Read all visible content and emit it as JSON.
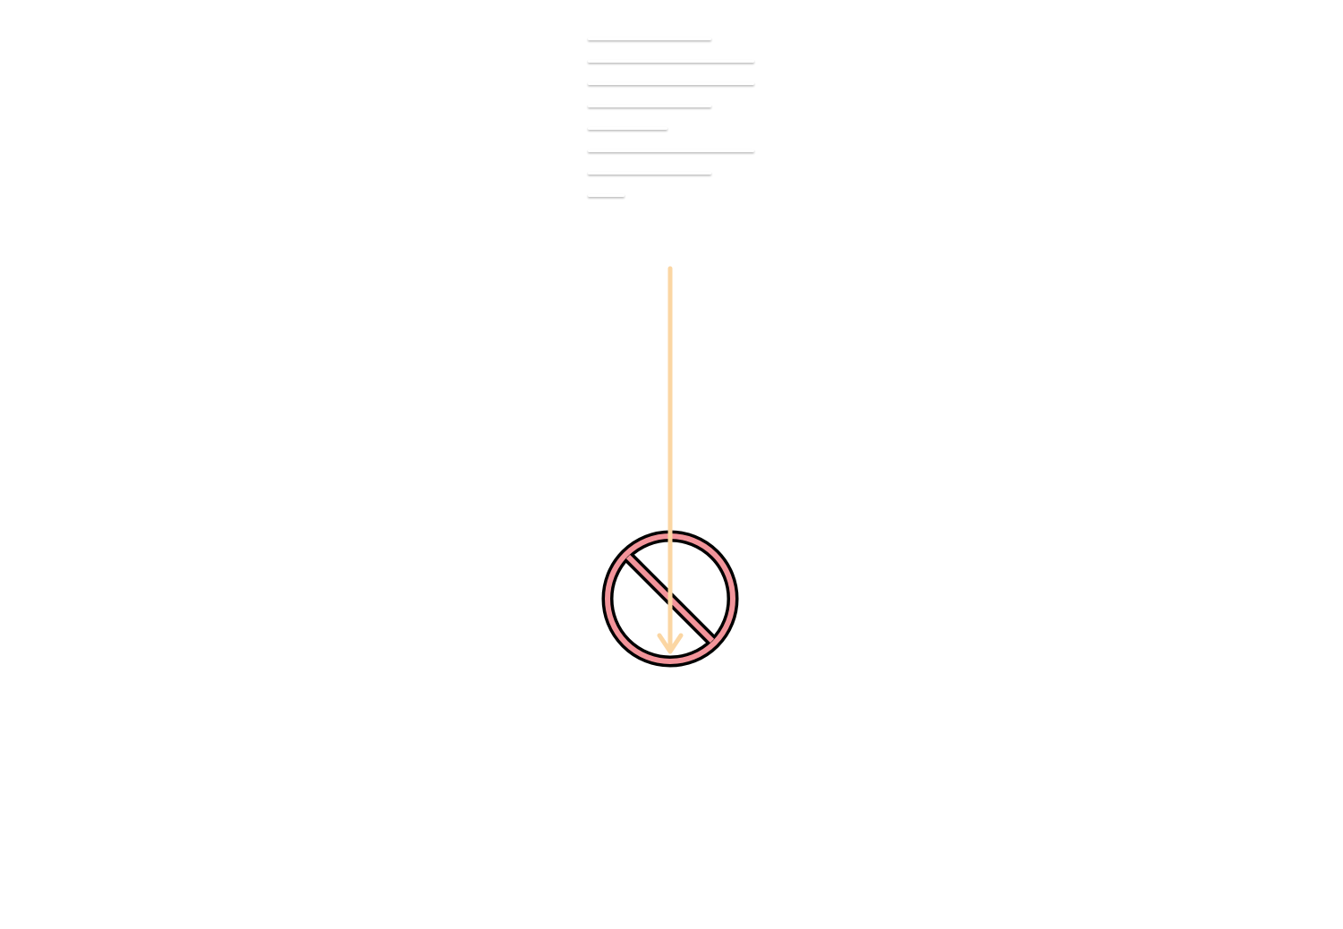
{
  "diagram": {
    "text_block": {
      "line_widths": [
        0.74,
        1.0,
        1.0,
        0.74,
        0.48,
        1.0,
        0.74,
        0.22
      ]
    },
    "arrow": {
      "direction": "down",
      "color": "#fbd6a3"
    },
    "prohibition_sign": {
      "icon": "no-entry-icon",
      "fill_color": "#f2949a",
      "outline_color": "#000000"
    }
  }
}
